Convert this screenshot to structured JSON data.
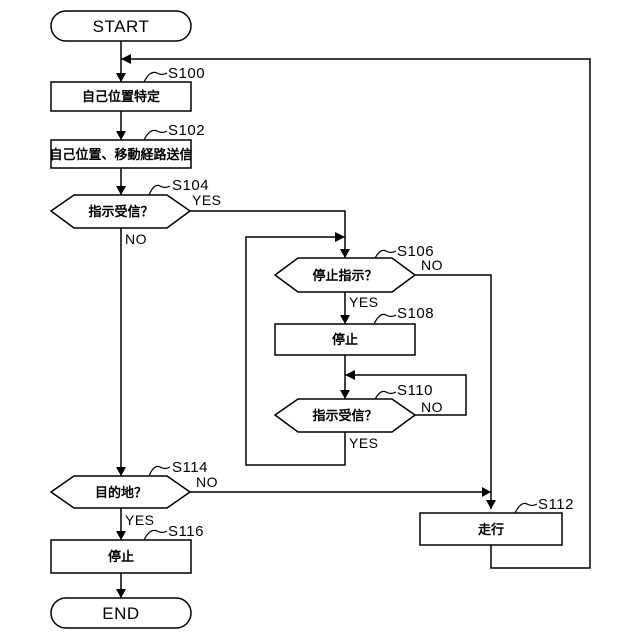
{
  "terminals": {
    "start": "START",
    "end": "END"
  },
  "steps": {
    "s100": {
      "id": "S100",
      "text": "自己位置特定"
    },
    "s102": {
      "id": "S102",
      "text": "自己位置、移動経路送信"
    },
    "s104": {
      "id": "S104",
      "text": "指示受信？"
    },
    "s106": {
      "id": "S106",
      "text": "停止指示？"
    },
    "s108": {
      "id": "S108",
      "text": "停止"
    },
    "s110": {
      "id": "S110",
      "text": "指示受信？"
    },
    "s112": {
      "id": "S112",
      "text": "走行"
    },
    "s114": {
      "id": "S114",
      "text": "目的地？"
    },
    "s116": {
      "id": "S116",
      "text": "停止"
    }
  },
  "branches": {
    "yes": "YES",
    "no": "NO"
  }
}
